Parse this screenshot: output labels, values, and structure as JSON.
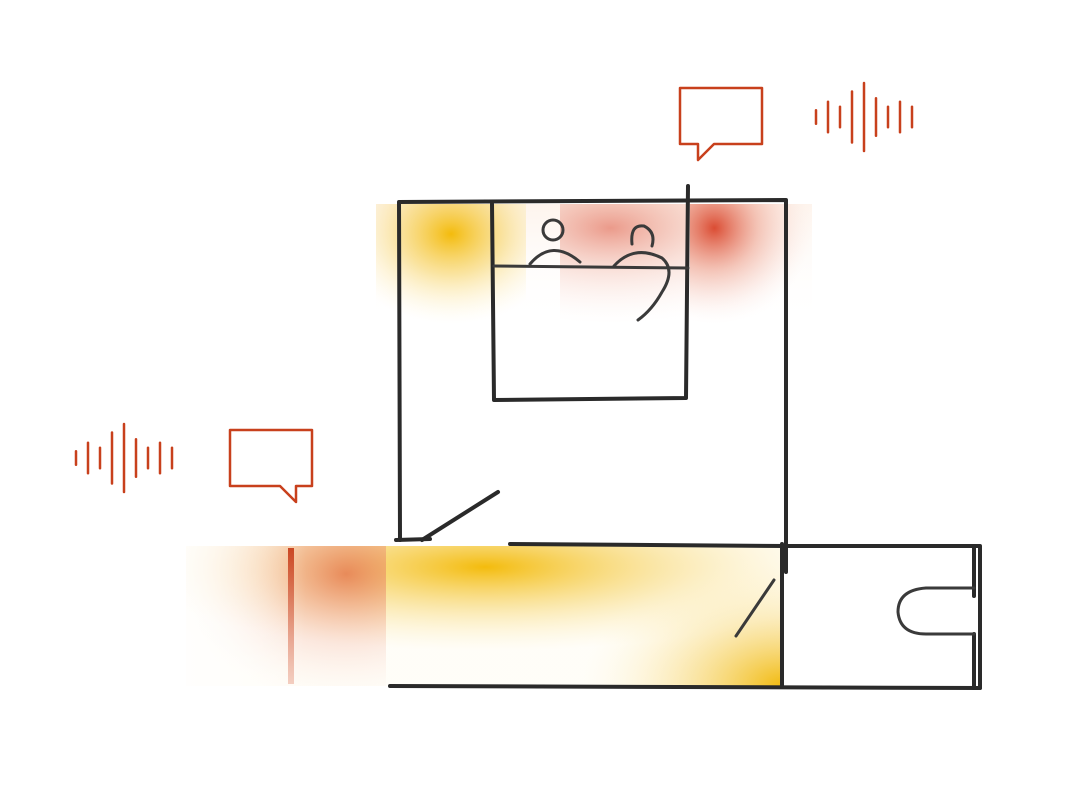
{
  "colors": {
    "accent": "#c8401c",
    "warm_yellow": "#f3b800",
    "warm_red": "#d9442a",
    "ink": "#2a2a2a",
    "background": "#ffffff"
  },
  "icons": {
    "upper_speech": "speech-bubble-icon",
    "upper_sound": "sound-wave-icon",
    "lower_speech": "speech-bubble-icon",
    "lower_sound": "sound-wave-icon"
  },
  "sound_wave_levels": {
    "upper": [
      0.2,
      0.45,
      0.3,
      0.75,
      1.0,
      0.55,
      0.3,
      0.45,
      0.3
    ],
    "lower": [
      0.2,
      0.45,
      0.3,
      0.75,
      1.0,
      0.55,
      0.3,
      0.45,
      0.3
    ]
  }
}
